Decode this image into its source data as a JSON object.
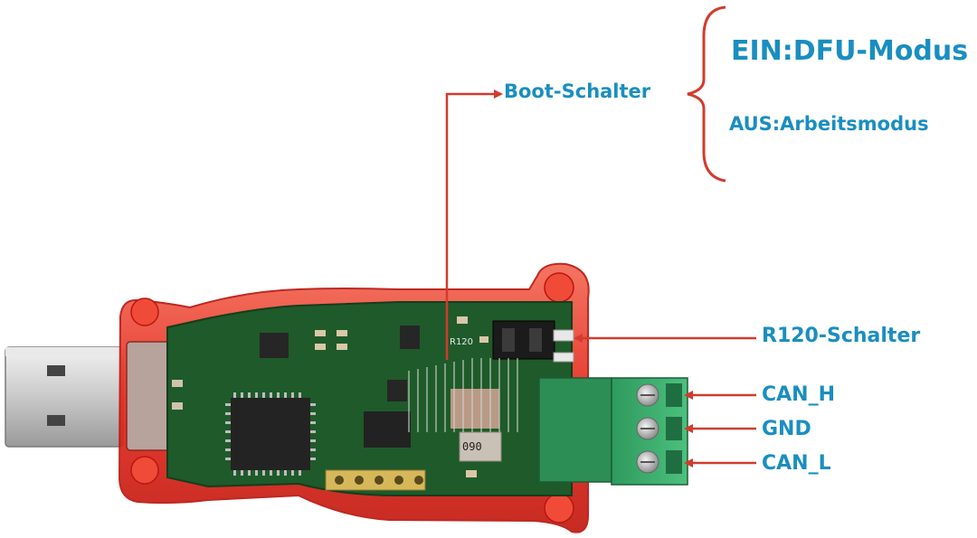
{
  "labels": {
    "mode_on": "EIN:DFU-Modus",
    "mode_off": "AUS:Arbeitsmodus",
    "boot_switch": "Boot-Schalter",
    "r120_switch": "R120-Schalter",
    "can_h": "CAN_H",
    "gnd": "GND",
    "can_l": "CAN_L"
  },
  "board_markings": {
    "r120": "R120",
    "chip_code": "090"
  },
  "colors": {
    "label_text": "#1a8ec0",
    "leader_line": "#d23b2e",
    "case": "#e52a1e",
    "pcb": "#1f5a2a",
    "terminal": "#36a86a"
  }
}
